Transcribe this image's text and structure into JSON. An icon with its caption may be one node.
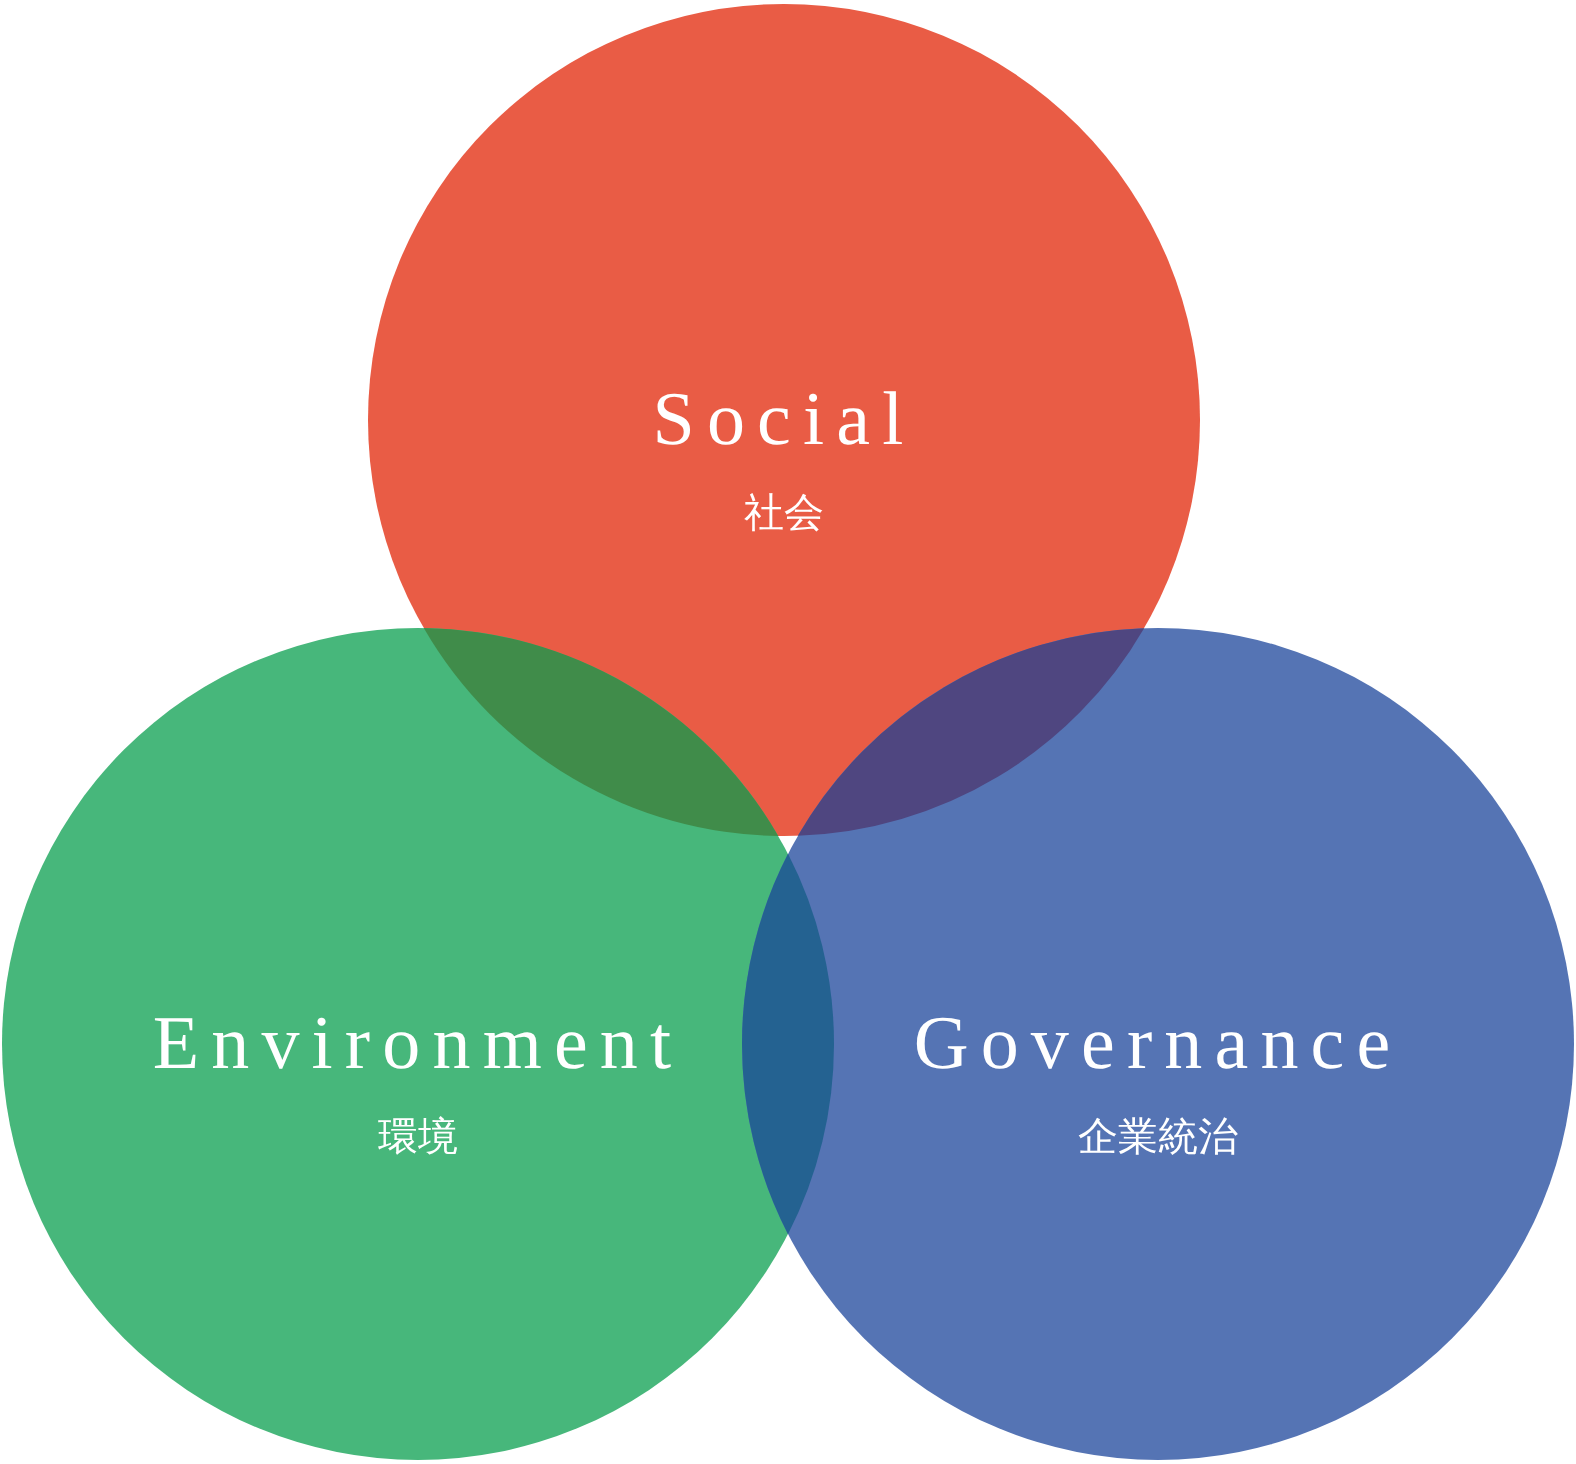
{
  "diagram": {
    "nodes": [
      {
        "text": [
          "Social",
          "社会"
        ]
      },
      {
        "text": [
          "Environment",
          "環境"
        ]
      },
      {
        "text": [
          "Governance",
          "企業統治"
        ]
      }
    ]
  }
}
